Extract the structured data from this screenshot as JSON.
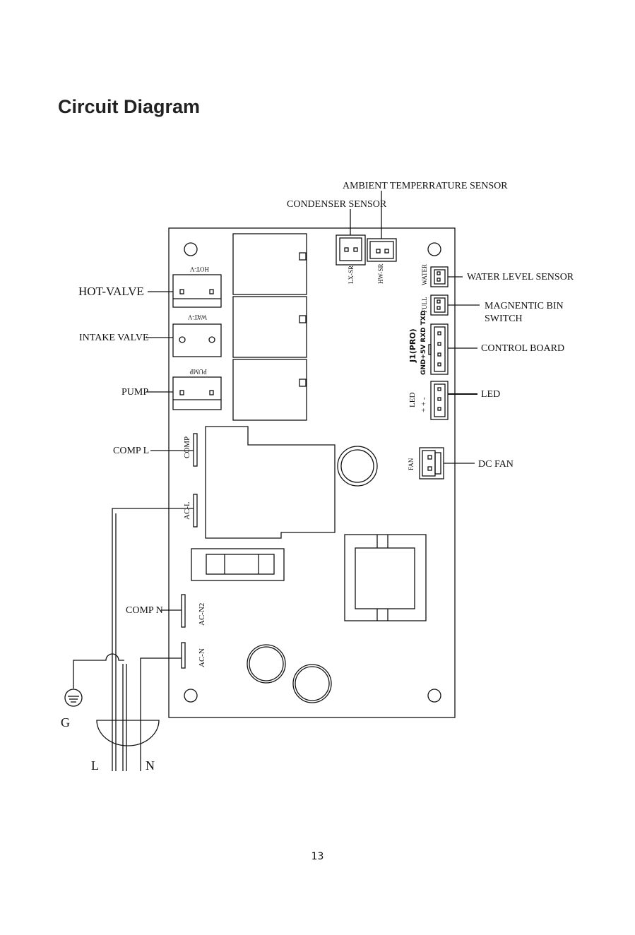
{
  "title": "Circuit Diagram",
  "page_number": "13",
  "labels": {
    "ambient_sensor": "AMBIENT TEMPERRATURE SENSOR",
    "condenser_sensor": "CONDENSER SENSOR",
    "hot_valve": "HOT-VALVE",
    "intake_valve": "INTAKE VALVE",
    "pump": "PUMP",
    "comp_l": "COMP L",
    "comp_n": "COMP N",
    "water_level_sensor": "WATER LEVEL SENSOR",
    "magnetic_bin_switch_line1": "MAGNENTIC BIN",
    "magnetic_bin_switch_line2": "SWITCH",
    "control_board": "CONTROL BOARD",
    "led": "LED",
    "dc_fan": "DC FAN",
    "ground": "G",
    "line": "L",
    "neutral": "N"
  },
  "board_labels": {
    "hot_v": "HOT-V",
    "wat_v": "WAT-V",
    "pump": "PUMP",
    "lx_sr": "LX-SR",
    "hw_sr": "HW-SR",
    "water": "WATER",
    "full": "FULL",
    "j1_pro": "J1(PRO)",
    "j1_pins": "GND+5V RXD TXD",
    "led": "LED",
    "led_pins": "+ + -",
    "fan": "FAN",
    "comp": "COMP",
    "ac_l": "AC-L",
    "ac_n2": "AC-N2",
    "ac_n": "AC-N"
  }
}
